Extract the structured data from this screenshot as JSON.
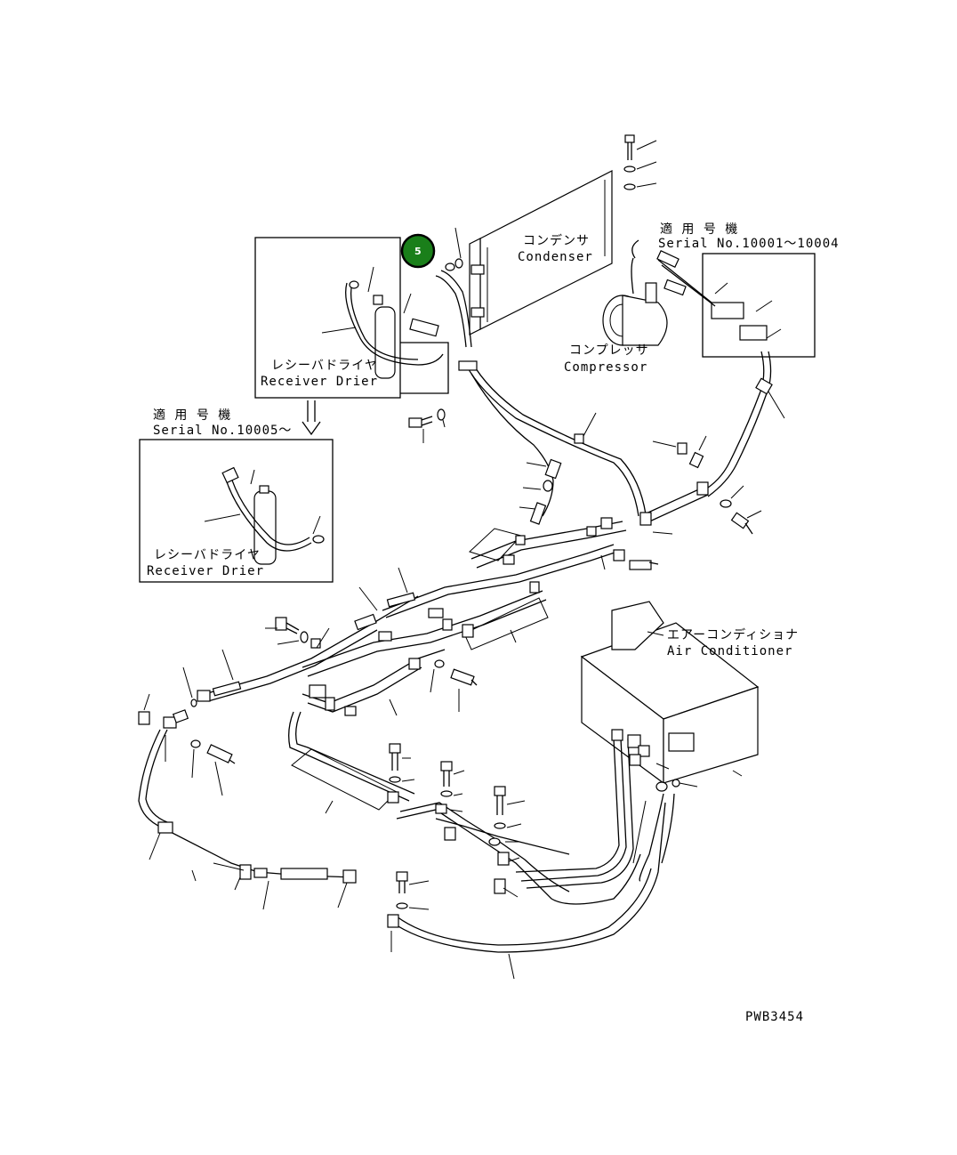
{
  "labels": {
    "condenser_jp": "コンデンサ",
    "condenser_en": "Condenser",
    "serial_a_jp": "適 用 号 機",
    "serial_a_en": "Serial No.10001～10004",
    "compressor_jp": "コンプレッサ",
    "compressor_en": "Compressor",
    "receiver_a_jp": "レシーバドライヤ",
    "receiver_a_en": "Receiver Drier",
    "serial_b_jp": "適 用 号 機",
    "serial_b_en": "Serial No.10005～",
    "receiver_b_jp": "レシーバドライヤ",
    "receiver_b_en": "Receiver Drier",
    "aircon_jp": "エアーコンディショナ",
    "aircon_en": "Air Conditioner",
    "drawing_no": "PWB3454"
  },
  "callout": {
    "number": "5",
    "color": "#1a7f1a"
  }
}
